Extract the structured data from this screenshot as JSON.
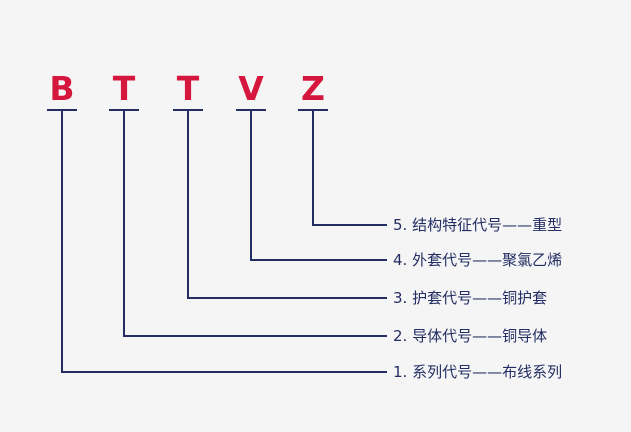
{
  "diagram": {
    "product_code_letters": [
      "B",
      "T",
      "T",
      "V",
      "Z"
    ],
    "labels": [
      "5. 结构特征代号——重型",
      "4. 外套代号——聚氯乙烯",
      "3. 护套代号——铜护套",
      "2. 导体代号——铜导体",
      "1. 系列代号——布线系列"
    ],
    "colors": {
      "letter_red": "#d5173d",
      "line_navy": "#242e62",
      "background": "#f5f5f6"
    }
  }
}
